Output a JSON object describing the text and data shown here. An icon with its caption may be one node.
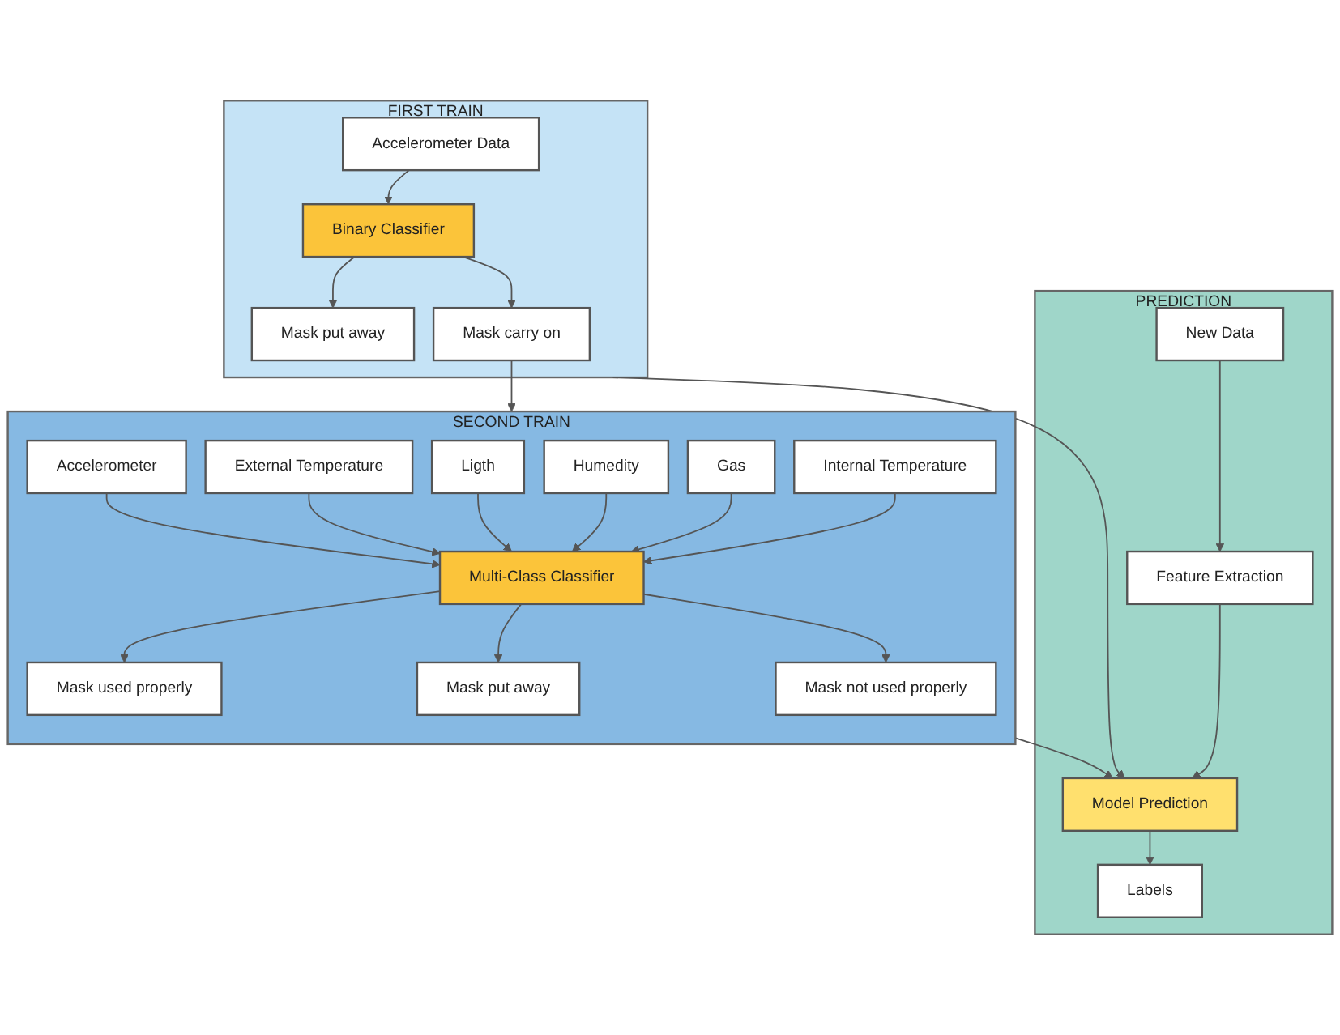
{
  "diagram": {
    "nodes": [
      {
        "text": [
          "FIRST TRAIN"
        ]
      },
      {
        "text": [
          "Accelerometer Data"
        ],
        "in": 0
      },
      {
        "text": [
          "Binary Classifier"
        ],
        "in": 0
      },
      {
        "text": [
          "Mask put away"
        ],
        "in": 0
      },
      {
        "text": [
          "Mask carry on"
        ],
        "in": 0
      },
      {
        "text": [
          "SECOND TRAIN"
        ]
      },
      {
        "text": [
          "Accelerometer"
        ],
        "in": 5
      },
      {
        "text": [
          "External Temperature"
        ],
        "in": 5
      },
      {
        "text": [
          "Ligth"
        ],
        "in": 5
      },
      {
        "text": [
          "Humedity"
        ],
        "in": 5
      },
      {
        "text": [
          "Gas"
        ],
        "in": 5
      },
      {
        "text": [
          "Internal Temperature"
        ],
        "in": 5
      },
      {
        "text": [
          "Multi-Class Classifier"
        ],
        "in": 5
      },
      {
        "text": [
          "Mask used properly"
        ],
        "in": 5
      },
      {
        "text": [
          "Mask put away"
        ],
        "in": 5
      },
      {
        "text": [
          "Mask not used properly"
        ],
        "in": 5
      },
      {
        "text": [
          "PREDICTION"
        ]
      },
      {
        "text": [
          "New Data"
        ],
        "in": 16
      },
      {
        "text": [
          "Feature Extraction"
        ],
        "in": 16
      },
      {
        "text": [
          "Model Prediction"
        ],
        "in": 16
      },
      {
        "text": [
          "Labels"
        ],
        "in": 16
      }
    ],
    "edges": [
      {
        "from": 1,
        "to": 2,
        "arrow": "to"
      },
      {
        "from": 2,
        "to": 3,
        "arrow": "to"
      },
      {
        "from": 2,
        "to": 4,
        "arrow": "to"
      },
      {
        "from": 4,
        "to": 5,
        "arrow": "to"
      },
      {
        "from": 6,
        "to": 12,
        "arrow": "to"
      },
      {
        "from": 7,
        "to": 12,
        "arrow": "to"
      },
      {
        "from": 8,
        "to": 12,
        "arrow": "to"
      },
      {
        "from": 9,
        "to": 12,
        "arrow": "to"
      },
      {
        "from": 10,
        "to": 12,
        "arrow": "to"
      },
      {
        "from": 11,
        "to": 12,
        "arrow": "to"
      },
      {
        "from": 12,
        "to": 13,
        "arrow": "to"
      },
      {
        "from": 12,
        "to": 14,
        "arrow": "to"
      },
      {
        "from": 12,
        "to": 15,
        "arrow": "to"
      },
      {
        "from": 0,
        "to": 19,
        "arrow": "to"
      },
      {
        "from": 5,
        "to": 19,
        "arrow": "to"
      },
      {
        "from": 17,
        "to": 18,
        "arrow": "to"
      },
      {
        "from": 18,
        "to": 19,
        "arrow": "to"
      },
      {
        "from": 19,
        "to": 20,
        "arrow": "to"
      }
    ]
  }
}
